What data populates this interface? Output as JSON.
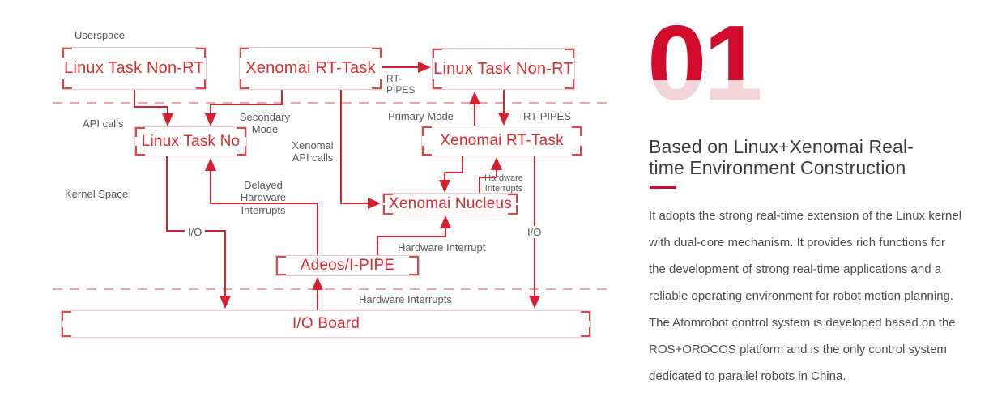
{
  "colors": {
    "accent_red": "#d0122c",
    "light_red": "#f3d4d8",
    "label_gray": "#58595b"
  },
  "section": {
    "number": "01",
    "title": "Based on Linux+Xenomai Real-\ntime Environment Construction",
    "body": "It adopts the strong real-time extension of the Linux kernel\nwith dual-core mechanism. It provides rich functions for\nthe development of strong real-time applications and a\nreliable operating environment for robot motion planning.\nThe Atomrobot control system is developed based on the\nROS+OROCOS platform and is the only control system\ndedicated to parallel robots in China."
  },
  "diagram": {
    "boxes": {
      "linux_task_nonrt_user": "Linux Task Non-RT",
      "xenomai_rt_task_user": "Xenomai RT-Task",
      "linux_task_nonrt_2": "Linux Task Non-RT",
      "linux_task_no": "Linux Task No",
      "xenomai_rt_task_2": "Xenomai RT-Task",
      "xenomai_nucleus": "Xenomai Nucleus",
      "adeos_ipipe": "Adeos/I-PIPE",
      "io_board": "I/O Board"
    },
    "labels": {
      "userspace": "Userspace",
      "api_calls": "API calls",
      "secondary_mode": "Secondary\nMode",
      "primary_mode": "Primary Mode",
      "rt_pipes_top": "RT-\nPIPES",
      "rt_pipes_right": "RT-PIPES",
      "xenomai_api_calls": "Xenomai\nAPI calls",
      "kernel_space": "Kernel Space",
      "delayed_hw_interrupts": "Delayed\nHardware\nInterrupts",
      "hw_interrupts_upper": "Hardware\nInterrupts",
      "hw_interrupt": "Hardware Interrupt",
      "io_left": "I/O",
      "io_right": "I/O",
      "hw_interrupts_bottom": "Hardware Interrupts"
    }
  }
}
